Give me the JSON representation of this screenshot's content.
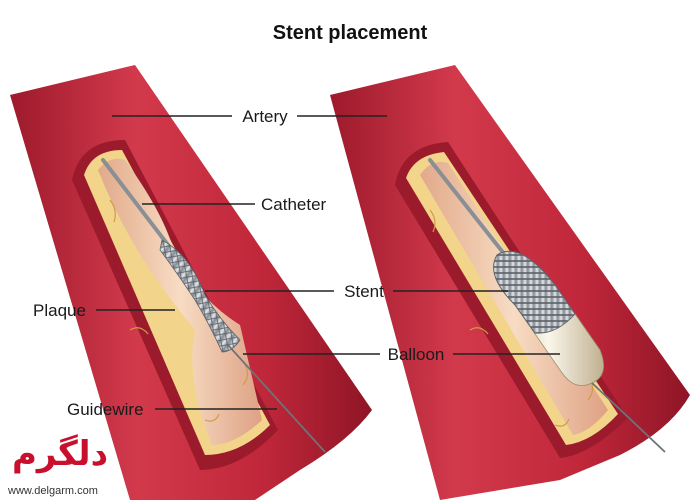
{
  "title": "Stent placement",
  "labels": {
    "artery": "Artery",
    "catheter": "Catheter",
    "stent": "Stent",
    "plaque": "Plaque",
    "balloon": "Balloon",
    "guidewire": "Guidewire"
  },
  "watermark": {
    "logo_text": "دلگرم",
    "url": "www.delgarm.com"
  },
  "colors": {
    "artery_wall": "#c0273a",
    "artery_dark": "#8e1526",
    "plaque": "#f2d48a",
    "lumen": "#f0c9a8",
    "stent": "#b7bcc2",
    "balloon": "#efe6d2"
  }
}
